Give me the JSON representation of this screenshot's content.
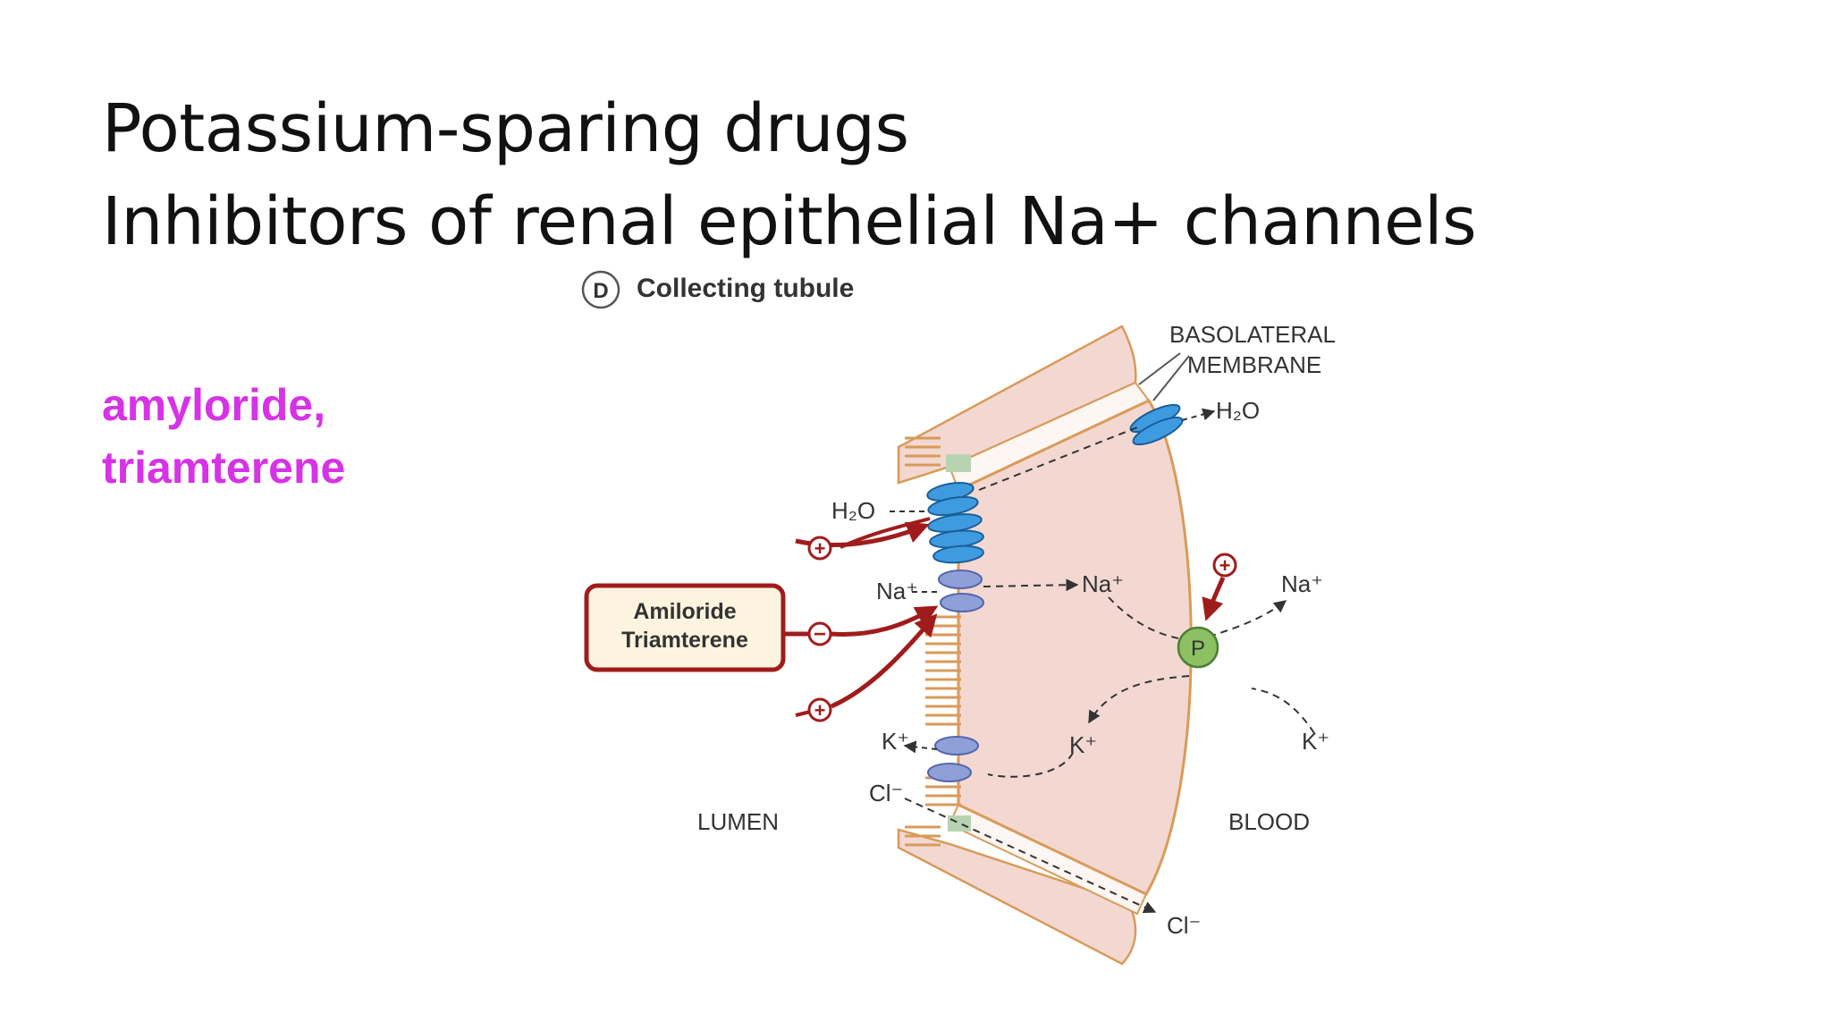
{
  "slide": {
    "title_line1": "Potassium-sparing drugs",
    "title_line2": "Inhibitors of renal epithelial Na+ channels"
  },
  "drugs": {
    "line1": "amyloride,",
    "line2": "triamterene"
  },
  "diagram": {
    "panel_letter": "D",
    "panel_title": "Collecting tubule",
    "basolateral_line1": "BASOLATERAL",
    "basolateral_line2": "MEMBRANE",
    "h2o_lumen": "H₂O",
    "h2o_blood": "H₂O",
    "na_lumen": "Na⁺",
    "na_cell": "Na⁺",
    "na_blood": "Na⁺",
    "k_lumen": "K⁺",
    "k_cell": "K⁺",
    "k_blood": "K⁺",
    "cl_lumen": "Cl⁻",
    "cl_blood": "Cl⁻",
    "lumen_label": "LUMEN",
    "blood_label": "BLOOD",
    "drug_box_line1": "Amiloride",
    "drug_box_line2": "Triamterene",
    "pump_label": "P",
    "plus_symbol": "+",
    "minus_symbol": "−"
  },
  "colors": {
    "cell_fill": "#f3d8d2",
    "membrane": "#d99a5a",
    "channel_blue": "#3f9be0",
    "channel_lavender": "#8f9fd8",
    "arrow_red": "#a01c1c",
    "pump_green": "#8cc063",
    "drug_text": "#d633e6"
  }
}
